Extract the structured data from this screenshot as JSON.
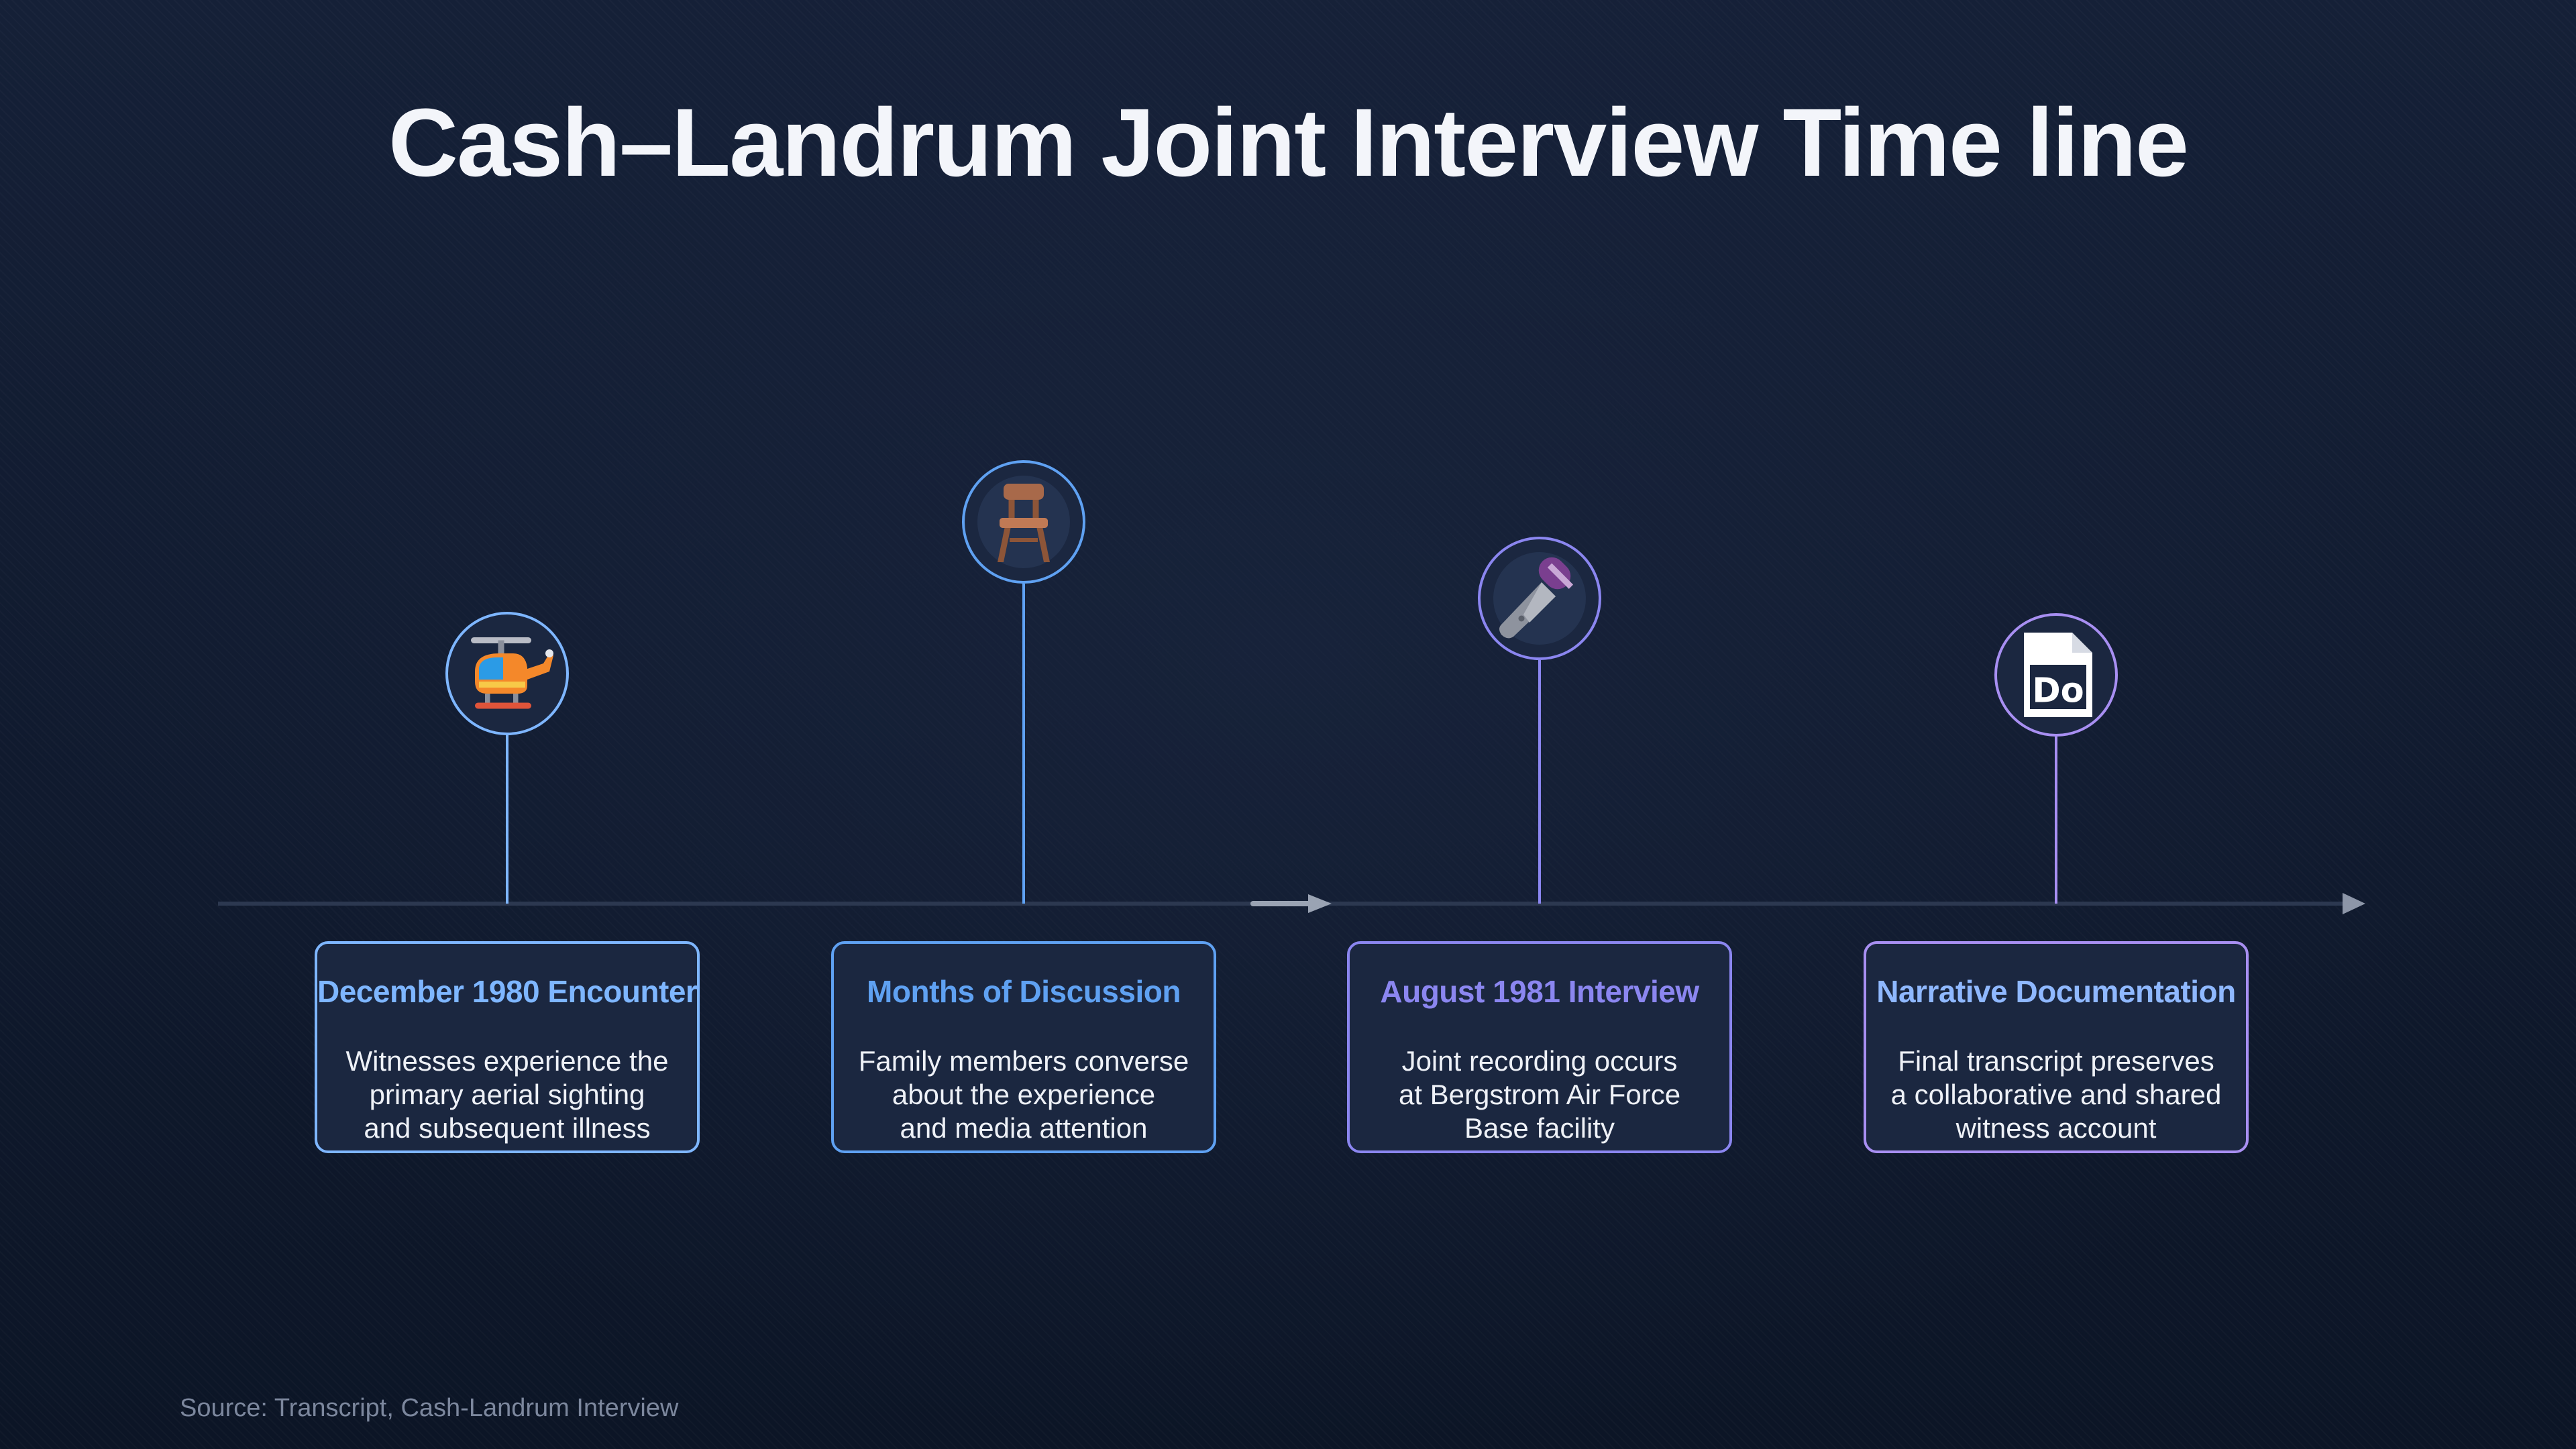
{
  "title": "Cash–Landrum Joint Interview Time line",
  "source": "Source: Transcript, Cash-Landrum Interview",
  "colors": {
    "background": "#111a2d",
    "axis": "#2c3850",
    "arrow": "#9aa3b3",
    "event1": "#7eb6ff",
    "event2": "#5fa1f2",
    "event3": "#8b86f0",
    "event4": "#a88ff2"
  },
  "events": [
    {
      "title": "December 1980 Encounter",
      "description": [
        "Witnesses experience the",
        "primary aerial sighting",
        "and subsequent illness"
      ],
      "icon": "helicopter-icon",
      "color": "#7eb6ff"
    },
    {
      "title": "Months of Discussion",
      "description": [
        "Family members converse",
        "about the experience",
        "and media attention"
      ],
      "icon": "chair-icon",
      "color": "#5fa1f2"
    },
    {
      "title": "August 1981 Interview",
      "description": [
        "Joint recording occurs",
        "at Bergstrom Air Force",
        "Base facility"
      ],
      "icon": "microphone-icon",
      "color": "#8b86f0"
    },
    {
      "title": "Narrative Documentation",
      "description": [
        "Final transcript preserves",
        "a collaborative and shared",
        "witness account"
      ],
      "icon": "document-icon",
      "icon_text": "Do",
      "color": "#a88ff2"
    }
  ]
}
